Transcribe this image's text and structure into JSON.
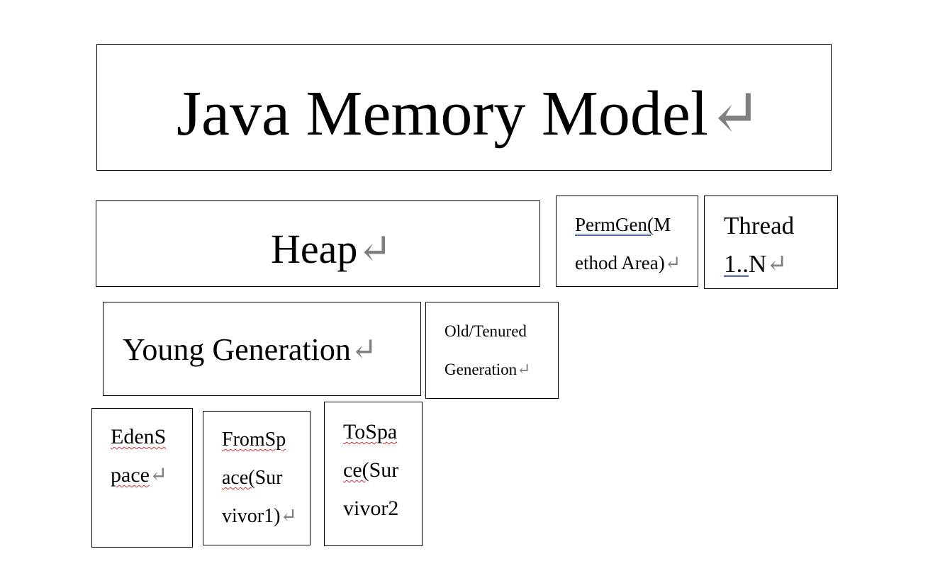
{
  "return_mark": "↵",
  "title": {
    "text": "Java Memory Model"
  },
  "heap": {
    "text": "Heap"
  },
  "permgen": {
    "line1_a": "PermGen(",
    "line1_b": "M",
    "line2": "ethod Area)"
  },
  "thread": {
    "line1": "Thread",
    "line2_a": "1..",
    "line2_b": "N"
  },
  "young": {
    "text": "Young Generation"
  },
  "old": {
    "line1": "Old/Tenured",
    "line2": "Generation"
  },
  "eden": {
    "line1": "EdenS",
    "line2": "pace"
  },
  "from": {
    "line1": "FromSp",
    "line2_a": "ace(",
    "line2_b": "Sur",
    "line3": "vivor1)"
  },
  "to": {
    "line1": "ToSpa",
    "line2_a": "ce(",
    "line2_b": "Sur",
    "line3": "vivor2"
  },
  "colors": {
    "border": "#000000",
    "return_mark": "#808080",
    "spell_squiggle": "#d03030",
    "grammar_underline": "#4060c0"
  }
}
